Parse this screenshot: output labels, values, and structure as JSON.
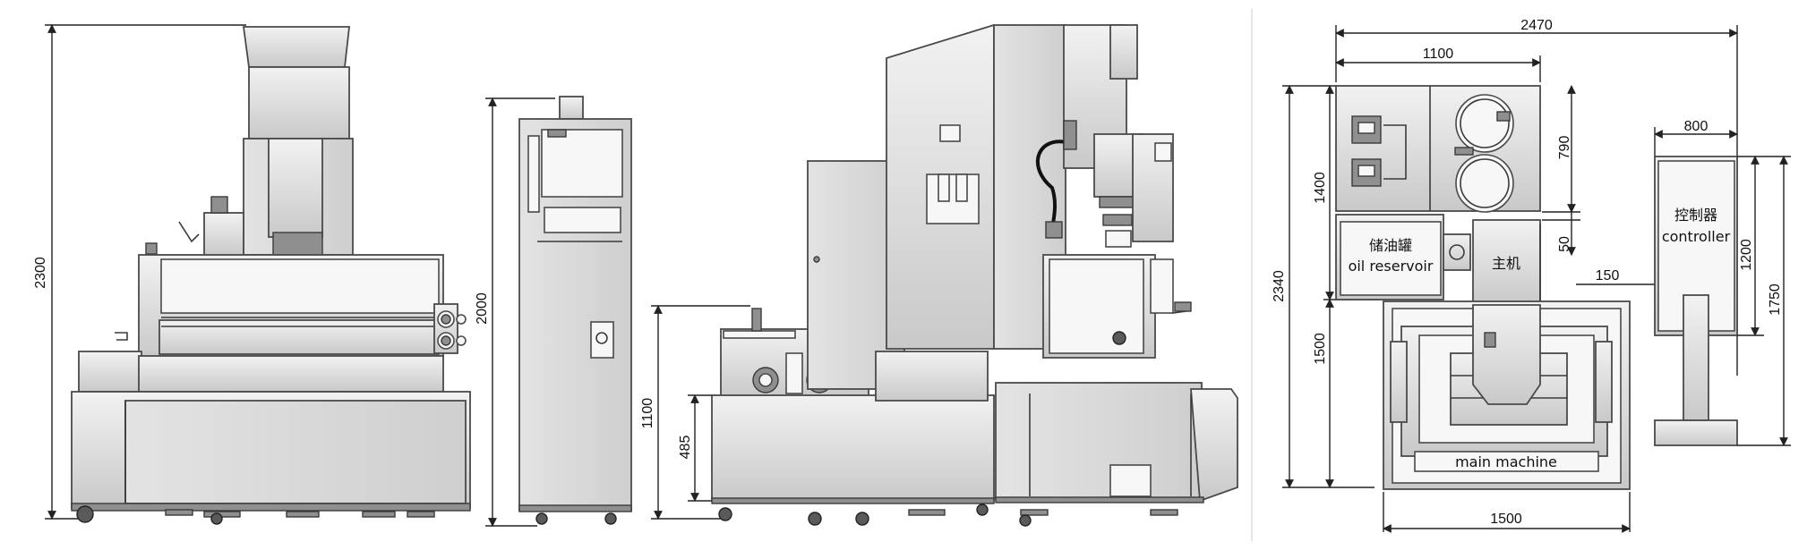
{
  "dimensions": {
    "front_height": "2300",
    "controller_height": "2000",
    "side_height": "1100",
    "side_tank_height": "485",
    "plan_total_width": "2470",
    "plan_left_width": "1100",
    "plan_upper_depth": "1400",
    "plan_total_depth": "2340",
    "plan_lower_depth": "1500",
    "plan_790": "790",
    "plan_50": "50",
    "plan_150": "150",
    "plan_bottom_width": "1500",
    "controller_width": "800",
    "controller_depth": "1200",
    "controller_total_depth": "1750"
  },
  "labels": {
    "oil_reservoir_cn": "储油罐",
    "oil_reservoir_en": "oil reservoir",
    "main_machine_cn": "主机",
    "main_machine_en": "main machine",
    "controller_cn": "控制器",
    "controller_en": "controller"
  }
}
